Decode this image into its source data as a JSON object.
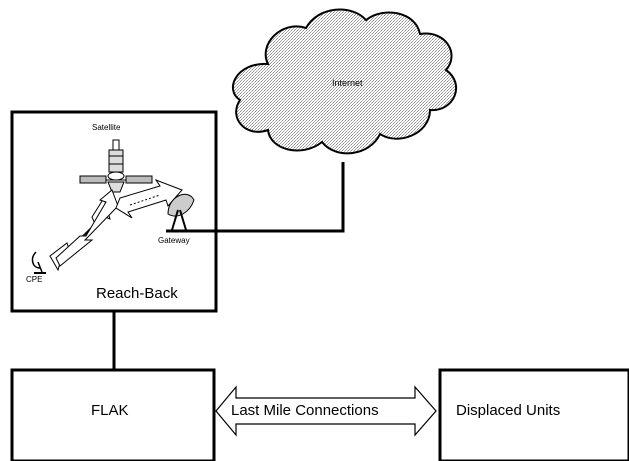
{
  "labels": {
    "internet": "Internet",
    "satellite": "Satellite",
    "gateway": "Gateway",
    "cpe": "CPE",
    "reach_back": "Reach-Back",
    "flak": "FLAK",
    "last_mile": "Last Mile Connections",
    "displaced_units": "Displaced Units"
  }
}
